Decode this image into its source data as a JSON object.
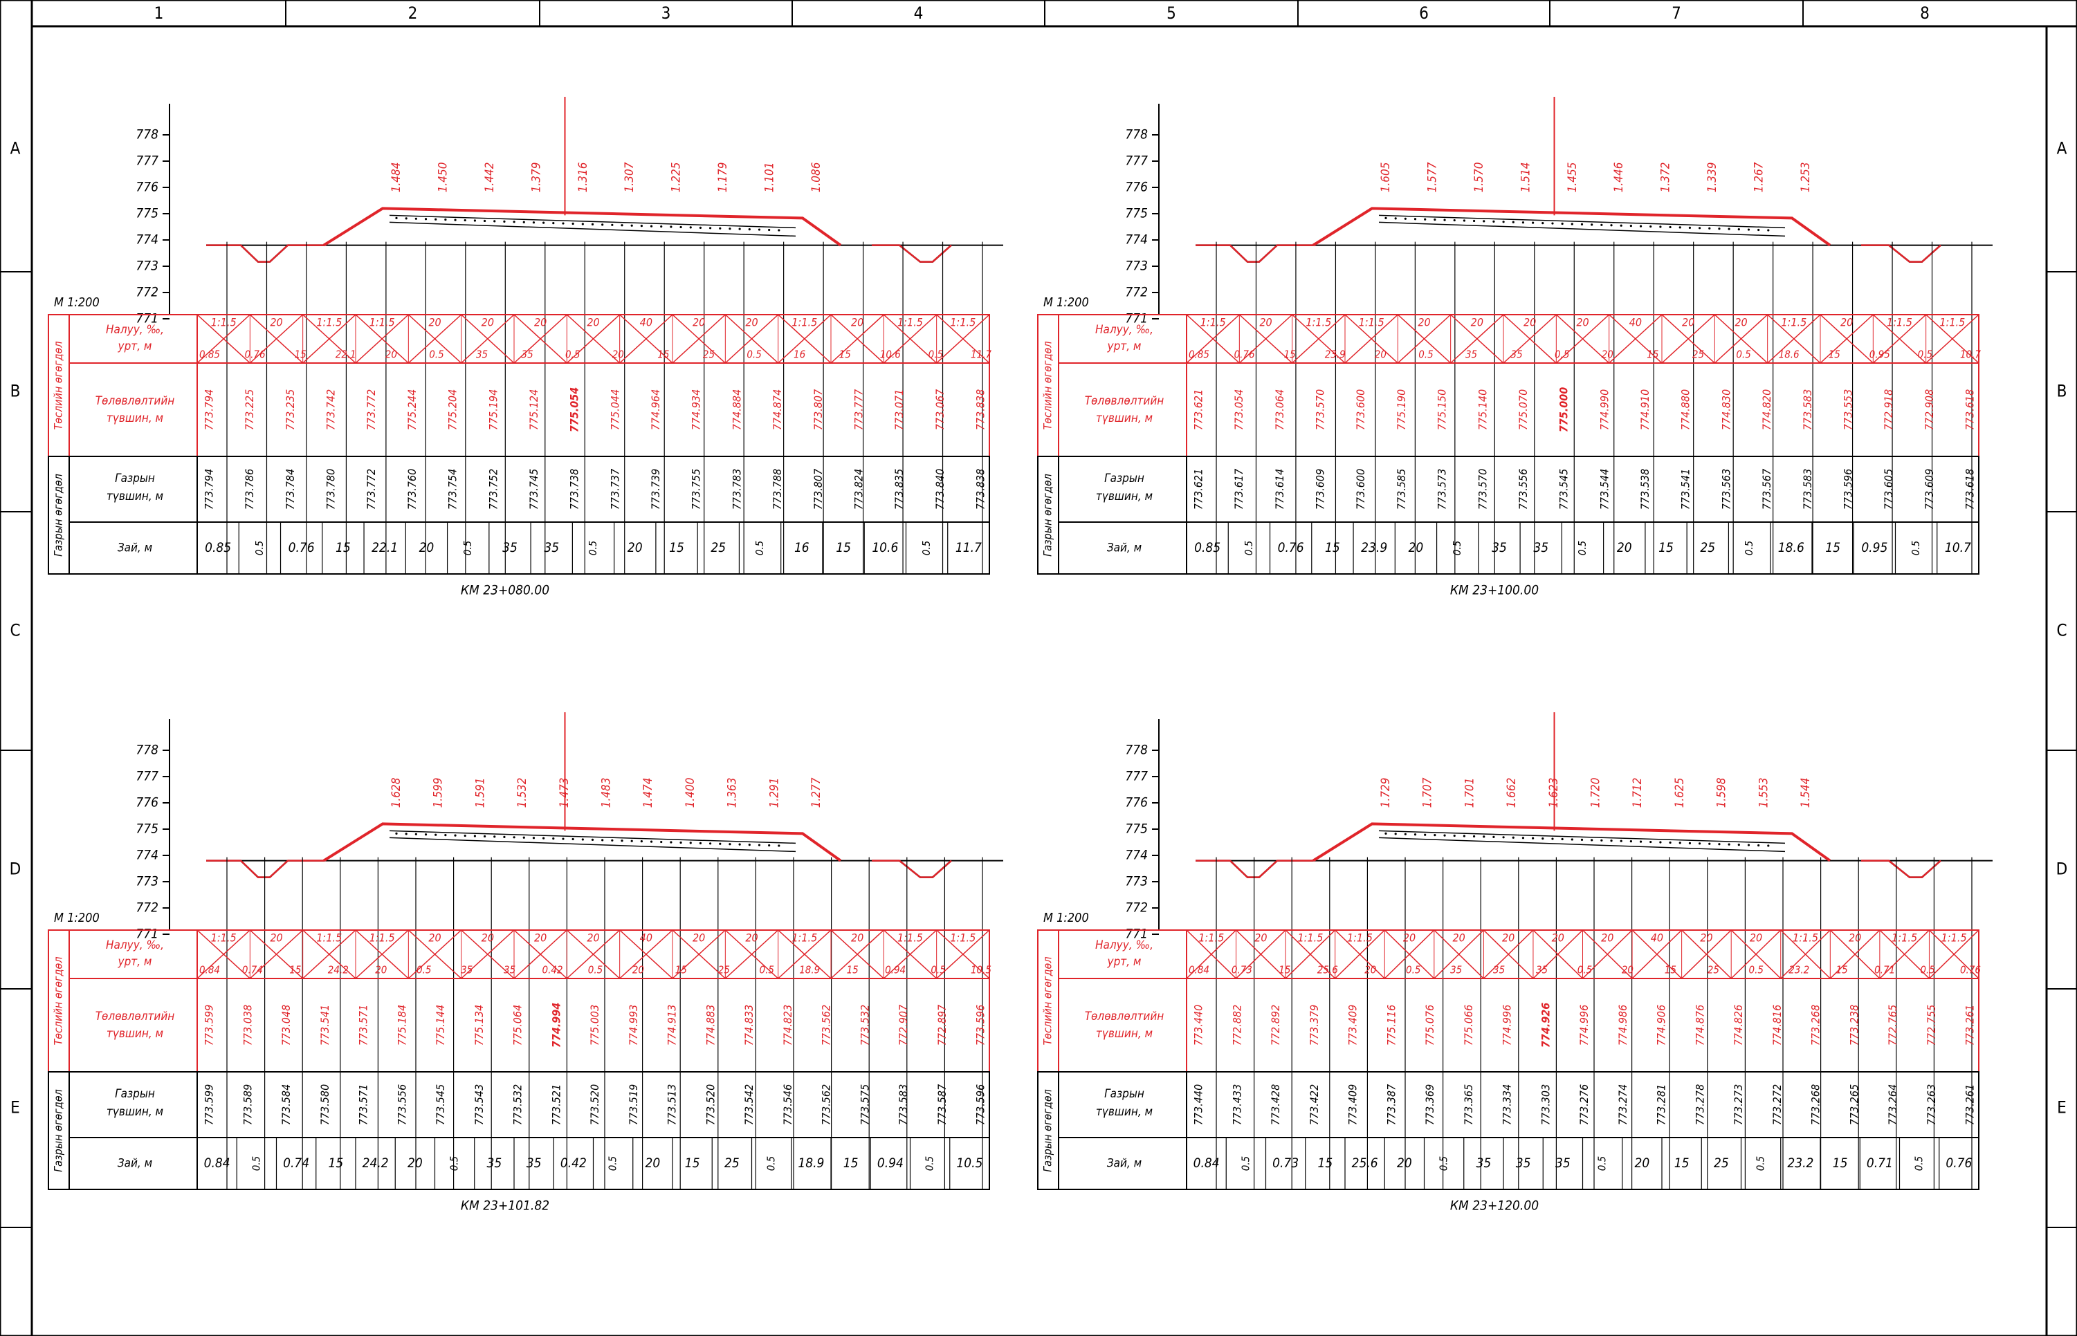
{
  "frame": {
    "columns": [
      "1",
      "2",
      "3",
      "4",
      "5",
      "6",
      "7",
      "8"
    ],
    "rows": [
      "A",
      "B",
      "C",
      "D",
      "E"
    ]
  },
  "colors": {
    "design": "#e0242a",
    "ground": "#000000",
    "paper": "#ffffff"
  },
  "labels": {
    "scale": "M 1:200",
    "slope": [
      "Налуу, ‰,",
      "урт, м"
    ],
    "design_level": [
      "Төлөвлөлтийн",
      "түвшин, м"
    ],
    "ground_level": [
      "Газрын",
      "түвшин, м"
    ],
    "distance": "Зай, м",
    "group_design": "Төслийн өгөгдөл",
    "group_ground": "Газрын өгөгдөл"
  },
  "elev_axis": [
    "778",
    "777",
    "776",
    "775",
    "774",
    "773",
    "772",
    "771"
  ],
  "sections": [
    {
      "title": "КМ 23+080.00",
      "top_marks": [
        "1.484",
        "1.450",
        "1.442",
        "1.379",
        "1.316",
        "1.307",
        "1.225",
        "1.179",
        "1.101",
        "1.086"
      ],
      "slopes": [
        "1:1.5",
        "20",
        "1:1.5",
        "1:1.5",
        "20",
        "20",
        "20",
        "20",
        "40",
        "20",
        "20",
        "1:1.5",
        "20",
        "1:1.5",
        "1:1.5"
      ],
      "slope_lengths": [
        "0.85",
        "0.76",
        "15",
        "22.1",
        "20",
        "0.5",
        "35",
        "35",
        "0.5",
        "20",
        "15",
        "25",
        "0.5",
        "16",
        "15",
        "10.6",
        "0.5",
        "11.7"
      ],
      "design": [
        "773.794",
        "773.225",
        "773.235",
        "773.742",
        "773.772",
        "775.244",
        "775.204",
        "775.194",
        "775.124",
        "775.054",
        "775.044",
        "774.964",
        "774.934",
        "774.884",
        "774.874",
        "773.807",
        "773.777",
        "773.071",
        "773.067",
        "773.838"
      ],
      "ground": [
        "773.794",
        "773.786",
        "773.784",
        "773.780",
        "773.772",
        "773.760",
        "773.754",
        "773.752",
        "773.745",
        "773.738",
        "773.737",
        "773.739",
        "773.755",
        "773.783",
        "773.788",
        "773.807",
        "773.824",
        "773.835",
        "773.840",
        "773.838"
      ],
      "dist": [
        "0.85",
        "0.5",
        "0.76",
        "15",
        "22.1",
        "20",
        "0.5",
        "35",
        "35",
        "0.5",
        "20",
        "15",
        "25",
        "0.5",
        "16",
        "15",
        "10.6",
        "0.5",
        "11.7"
      ]
    },
    {
      "title": "КМ 23+100.00",
      "top_marks": [
        "1.605",
        "1.577",
        "1.570",
        "1.514",
        "1.455",
        "1.446",
        "1.372",
        "1.339",
        "1.267",
        "1.253"
      ],
      "slopes": [
        "1:1.5",
        "20",
        "1:1.5",
        "1:1.5",
        "20",
        "20",
        "20",
        "20",
        "40",
        "20",
        "20",
        "1:1.5",
        "20",
        "1:1.5",
        "1:1.5"
      ],
      "slope_lengths": [
        "0.85",
        "0.76",
        "15",
        "23.9",
        "20",
        "0.5",
        "35",
        "35",
        "0.5",
        "20",
        "15",
        "25",
        "0.5",
        "18.6",
        "15",
        "0.95",
        "0.5",
        "10.7"
      ],
      "design": [
        "773.621",
        "773.054",
        "773.064",
        "773.570",
        "773.600",
        "775.190",
        "775.150",
        "775.140",
        "775.070",
        "775.000",
        "774.990",
        "774.910",
        "774.880",
        "774.830",
        "774.820",
        "773.583",
        "773.553",
        "772.918",
        "772.908",
        "773.618"
      ],
      "ground": [
        "773.621",
        "773.617",
        "773.614",
        "773.609",
        "773.600",
        "773.585",
        "773.573",
        "773.570",
        "773.556",
        "773.545",
        "773.544",
        "773.538",
        "773.541",
        "773.563",
        "773.567",
        "773.583",
        "773.596",
        "773.605",
        "773.609",
        "773.618"
      ],
      "dist": [
        "0.85",
        "0.5",
        "0.76",
        "15",
        "23.9",
        "20",
        "0.5",
        "35",
        "35",
        "0.5",
        "20",
        "15",
        "25",
        "0.5",
        "18.6",
        "15",
        "0.95",
        "0.5",
        "10.7"
      ]
    },
    {
      "title": "КМ 23+101.82",
      "top_marks": [
        "1.628",
        "1.599",
        "1.591",
        "1.532",
        "1.473",
        "1.483",
        "1.474",
        "1.400",
        "1.363",
        "1.291",
        "1.277"
      ],
      "slopes": [
        "1:1.5",
        "20",
        "1:1.5",
        "1:1.5",
        "20",
        "20",
        "20",
        "20",
        "40",
        "20",
        "20",
        "1:1.5",
        "20",
        "1:1.5",
        "1:1.5"
      ],
      "slope_lengths": [
        "0.84",
        "0.74",
        "15",
        "24.2",
        "20",
        "0.5",
        "35",
        "35",
        "0.42",
        "0.5",
        "20",
        "15",
        "25",
        "0.5",
        "18.9",
        "15",
        "0.94",
        "0.5",
        "10.5"
      ],
      "design": [
        "773.599",
        "773.038",
        "773.048",
        "773.541",
        "773.571",
        "775.184",
        "775.144",
        "775.134",
        "775.064",
        "774.994",
        "775.003",
        "774.993",
        "774.913",
        "774.883",
        "774.833",
        "774.823",
        "773.562",
        "773.532",
        "772.907",
        "772.897",
        "773.596"
      ],
      "ground": [
        "773.599",
        "773.589",
        "773.584",
        "773.580",
        "773.571",
        "773.556",
        "773.545",
        "773.543",
        "773.532",
        "773.521",
        "773.520",
        "773.519",
        "773.513",
        "773.520",
        "773.542",
        "773.546",
        "773.562",
        "773.575",
        "773.583",
        "773.587",
        "773.596"
      ],
      "dist": [
        "0.84",
        "0.5",
        "0.74",
        "15",
        "24.2",
        "20",
        "0.5",
        "35",
        "35",
        "0.42",
        "0.5",
        "20",
        "15",
        "25",
        "0.5",
        "18.9",
        "15",
        "0.94",
        "0.5",
        "10.5"
      ]
    },
    {
      "title": "КМ 23+120.00",
      "top_marks": [
        "1.729",
        "1.707",
        "1.701",
        "1.662",
        "1.623",
        "1.720",
        "1.712",
        "1.625",
        "1.598",
        "1.553",
        "1.544"
      ],
      "slopes": [
        "1:1.5",
        "20",
        "1:1.5",
        "1:1.5",
        "20",
        "20",
        "20",
        "20",
        "20",
        "40",
        "20",
        "20",
        "1:1.5",
        "20",
        "1:1.5",
        "1:1.5"
      ],
      "slope_lengths": [
        "0.84",
        "0.73",
        "15",
        "25.6",
        "20",
        "0.5",
        "35",
        "35",
        "35",
        "0.5",
        "20",
        "15",
        "25",
        "0.5",
        "23.2",
        "15",
        "0.71",
        "0.5",
        "0.76"
      ],
      "design": [
        "773.440",
        "772.882",
        "772.892",
        "773.379",
        "773.409",
        "775.116",
        "775.076",
        "775.066",
        "774.996",
        "774.926",
        "774.996",
        "774.986",
        "774.906",
        "774.876",
        "774.826",
        "774.816",
        "773.268",
        "773.238",
        "772.765",
        "772.755",
        "773.261"
      ],
      "ground": [
        "773.440",
        "773.433",
        "773.428",
        "773.422",
        "773.409",
        "773.387",
        "773.369",
        "773.365",
        "773.334",
        "773.303",
        "773.276",
        "773.274",
        "773.281",
        "773.278",
        "773.273",
        "773.272",
        "773.268",
        "773.265",
        "773.264",
        "773.263",
        "773.261"
      ],
      "dist": [
        "0.84",
        "0.5",
        "0.73",
        "15",
        "25.6",
        "20",
        "0.5",
        "35",
        "35",
        "35",
        "0.5",
        "20",
        "15",
        "25",
        "0.5",
        "23.2",
        "15",
        "0.71",
        "0.5",
        "0.76"
      ]
    }
  ]
}
